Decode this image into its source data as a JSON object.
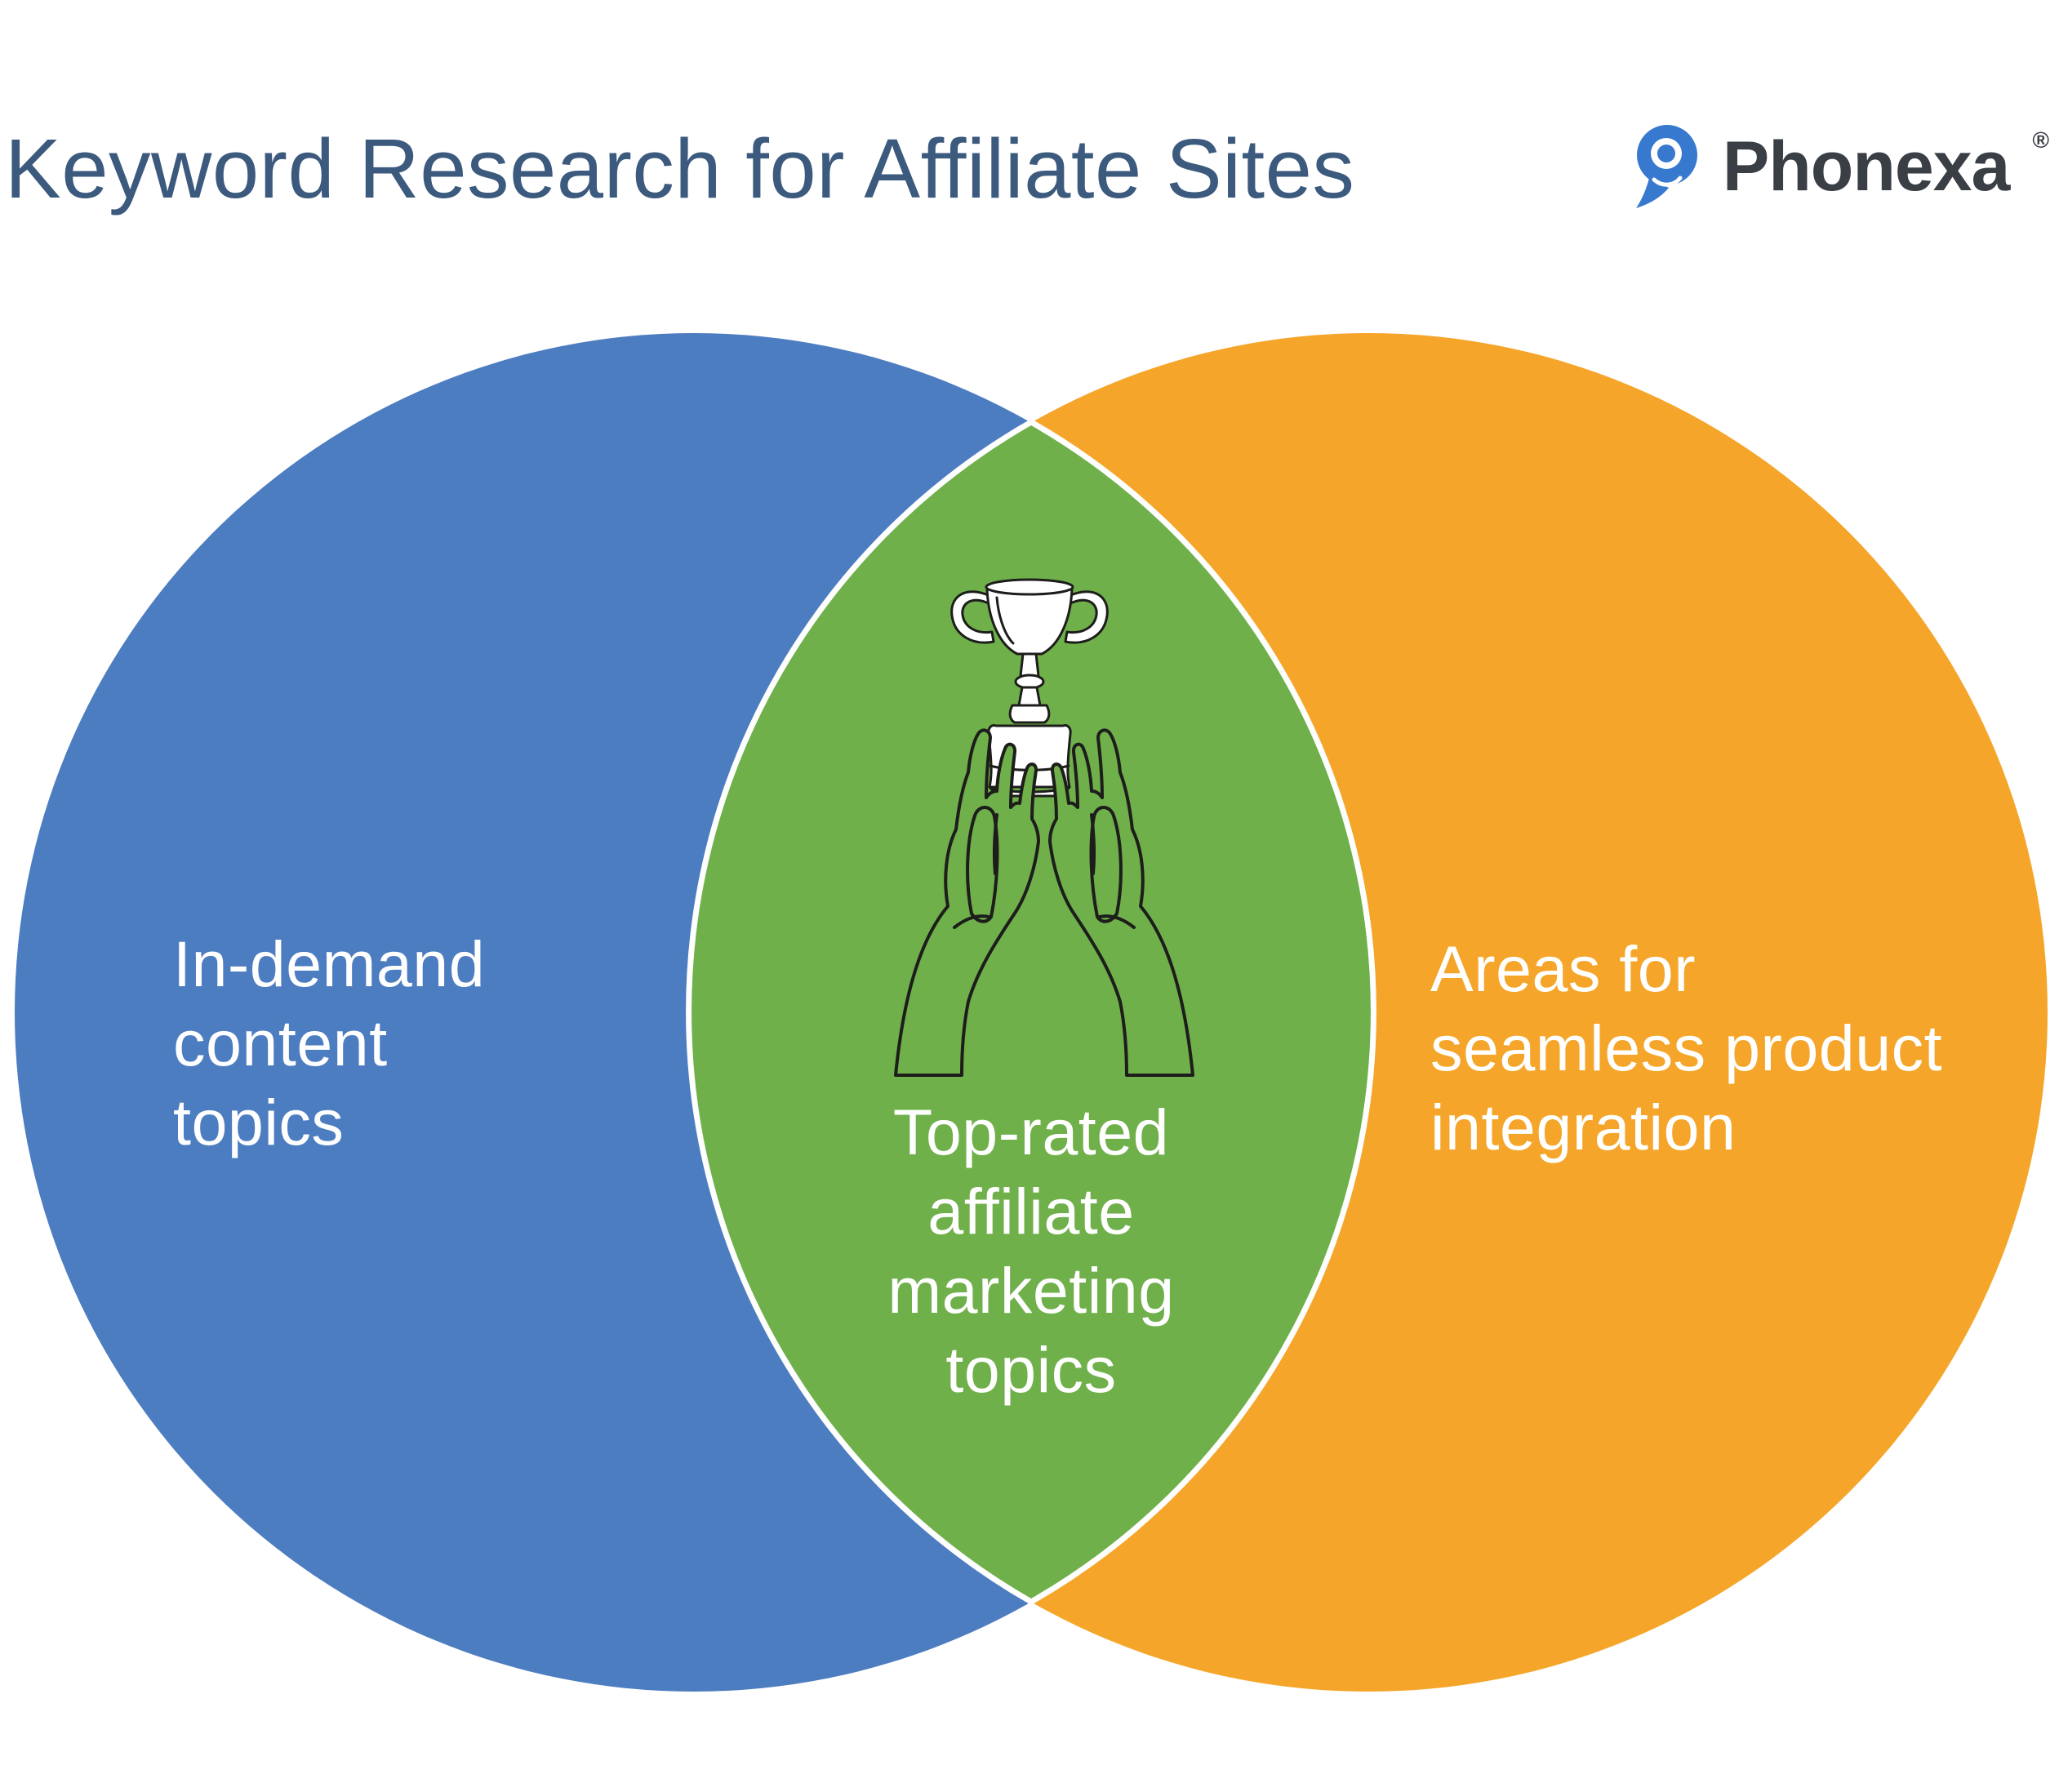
{
  "header": {
    "title": "Keyword Research for Affiliate Sites",
    "title_color": "#3c5a7d"
  },
  "logo": {
    "brand": "Phonexa",
    "registered_mark": "®",
    "icon": "phonexa-bubble-pin-icon",
    "icon_color": "#3779ce",
    "text_color": "#3a3e45"
  },
  "venn": {
    "left_circle": {
      "color": "#4d7dc1",
      "lines": [
        "In-demand",
        "content",
        "topics"
      ]
    },
    "right_circle": {
      "color": "#f5a62a",
      "lines": [
        "Areas for",
        "seamless product",
        "integration"
      ]
    },
    "overlap": {
      "color": "#6fb04b",
      "outline_color": "#ffffff",
      "lines": [
        "Top-rated",
        "affiliate",
        "marketing",
        "topics"
      ],
      "illustration": "hands-holding-trophy"
    }
  }
}
